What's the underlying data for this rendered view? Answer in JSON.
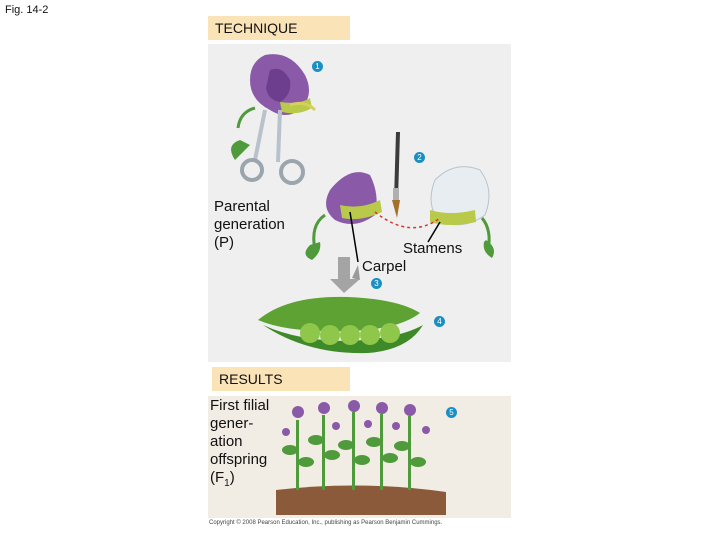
{
  "figure_label": "Fig. 14-2",
  "sections": {
    "technique": "TECHNIQUE",
    "results": "RESULTS"
  },
  "steps": [
    "1",
    "2",
    "3",
    "4",
    "5"
  ],
  "labels": {
    "parental": "Parental generation (P)",
    "stamens": "Stamens",
    "carpel": "Carpel",
    "f1_main": "First filial gener- ation offspring (F",
    "f1_sub": "1",
    "f1_close": ")"
  },
  "copyright": "Copyright © 2008 Pearson Education, Inc., publishing as Pearson Benjamin Cummings.",
  "colors": {
    "step_badge": "#1a8fc4",
    "section_bar": "#fbe3b8",
    "flower_purple": "#8a5aa8",
    "flower_white": "#e8edf2",
    "leaf_green": "#4f9a3a",
    "pea_green": "#79b83c"
  }
}
